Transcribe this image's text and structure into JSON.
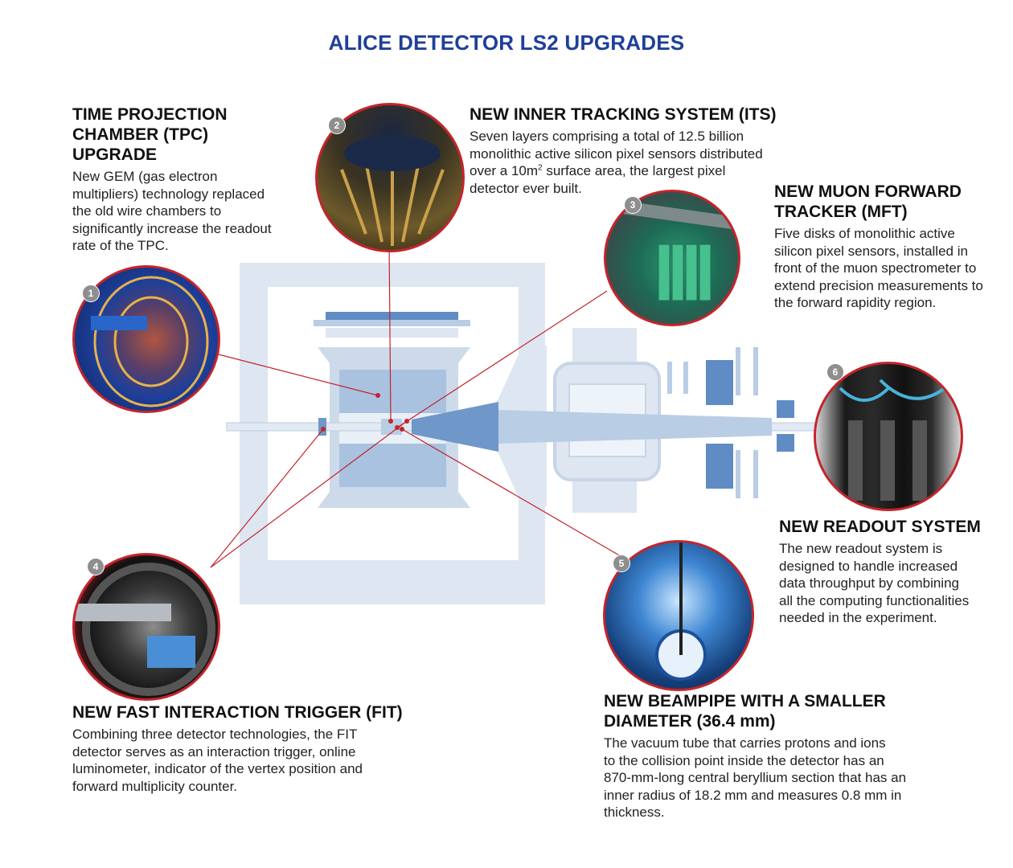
{
  "title": "ALICE DETECTOR LS2 UPGRADES",
  "callouts": [
    {
      "number": "1",
      "heading_lines": [
        "TIME PROJECTION",
        "CHAMBER (TPC)",
        "UPGRADE"
      ],
      "body_lines": [
        "New GEM (gas electron",
        "multipliers) technology replaced",
        "the old wire chambers to",
        "significantly increase the readout",
        "rate of the TPC."
      ]
    },
    {
      "number": "2",
      "heading_lines": [
        "NEW INNER TRACKING SYSTEM (ITS)"
      ],
      "body_lines": [
        "Seven layers comprising a total of 12.5 billion",
        "monolithic active silicon pixel sensors distributed",
        "over a 10m",
        "surface area, the largest pixel",
        "detector ever built."
      ],
      "superscript": "2"
    },
    {
      "number": "3",
      "heading_lines": [
        "NEW MUON FORWARD",
        "TRACKER (MFT)"
      ],
      "body_lines": [
        "Five disks of monolithic active",
        "silicon pixel sensors, installed in",
        "front of the muon spectrometer to",
        "extend precision measurements to",
        "the forward rapidity region."
      ]
    },
    {
      "number": "4",
      "heading_lines": [
        "NEW FAST INTERACTION TRIGGER (FIT)"
      ],
      "body_lines": [
        "Combining three detector technologies, the FIT",
        "detector serves as an interaction trigger, online",
        "luminometer, indicator of the vertex position and",
        "forward multiplicity counter."
      ]
    },
    {
      "number": "5",
      "heading_lines": [
        "NEW BEAMPIPE WITH A SMALLER",
        "DIAMETER (36.4 mm)"
      ],
      "body_lines": [
        "The vacuum tube that carries protons and ions",
        "to the collision point inside the detector has an",
        "870-mm-long central beryllium section that has an",
        "inner radius of 18.2 mm and measures 0.8 mm in",
        "thickness."
      ]
    },
    {
      "number": "6",
      "heading_lines": [
        "NEW READOUT SYSTEM"
      ],
      "body_lines": [
        "The new readout system is",
        "designed to handle increased",
        "data throughput by combining",
        "all the computing functionalities",
        "needed in the experiment."
      ]
    }
  ],
  "colors": {
    "title": "#1f3f99",
    "detector_light": "#dde6f1",
    "detector_mid": "#b9cde4",
    "detector_dark": "#5f8cc4",
    "leader_line": "#c4242b"
  }
}
